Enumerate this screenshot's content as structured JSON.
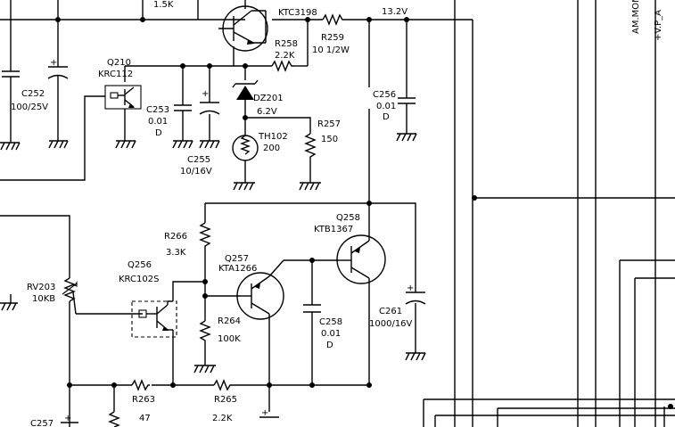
{
  "labels": {
    "r_top": "1.5K",
    "ktc3198": "KTC3198",
    "v132": "13.2V",
    "r258": "R258",
    "r258_val": "2.2K",
    "r259": "R259",
    "r259_val": "10 1/2W",
    "q210": "Q210",
    "krc112": "KRC112",
    "c252": "C252",
    "c252_val": "100/25V",
    "c253": "C253",
    "c253_val": "0.01",
    "c253_d": "D",
    "dz201": "DZ201",
    "dz201_val": "6.2V",
    "c255": "C255",
    "c255_val": "10/16V",
    "th102": "TH102",
    "th102_val": "200",
    "r257": "R257",
    "r257_val": "150",
    "c256": "C256",
    "c256_val": "0.01",
    "c256_d": "D",
    "am_mon": "AM.MON",
    "vp_a": "+V.P_A",
    "q258": "Q258",
    "ktb1367": "KTB1367",
    "r266": "R266",
    "r266_val": "3.3K",
    "q256": "Q256",
    "krc102s": "KRC102S",
    "q257": "Q257",
    "kta1266": "KTA1266",
    "rv203": "RV203",
    "rv203_val": "10KB",
    "r264": "R264",
    "r264_val": "100K",
    "c258": "C258",
    "c258_val": "0.01",
    "c258_d": "D",
    "c261": "C261",
    "c261_val": "1000/16V",
    "r263": "R263",
    "r263_val": "47",
    "r265": "R265",
    "r265_val": "2.2K",
    "c257": "C257"
  }
}
